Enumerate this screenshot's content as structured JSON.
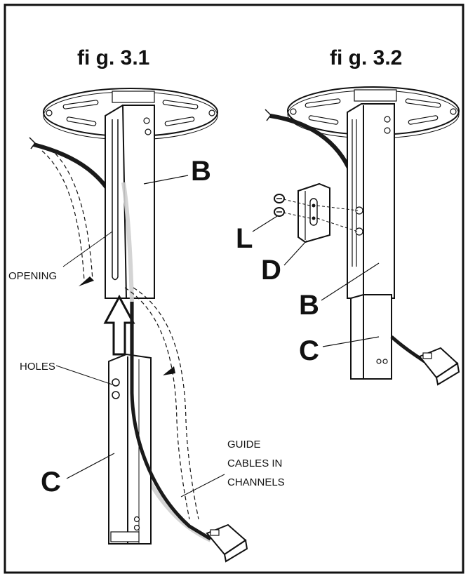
{
  "figures": {
    "fig1": {
      "title": "fi g. 3.1",
      "labels": {
        "b": "B",
        "c": "C",
        "opening": "OPENING",
        "holes": "HOLES",
        "guide_line1": "GUIDE",
        "guide_line2": "CABLES IN",
        "guide_line3": "CHANNELS"
      }
    },
    "fig2": {
      "title": "fi g. 3.2",
      "labels": {
        "b": "B",
        "c": "C",
        "d": "D",
        "l": "L"
      }
    }
  },
  "colors": {
    "frame": "#111111",
    "cable": "#1a1a1a",
    "panel": "#ffffff",
    "shade": "#d9d9d9"
  }
}
